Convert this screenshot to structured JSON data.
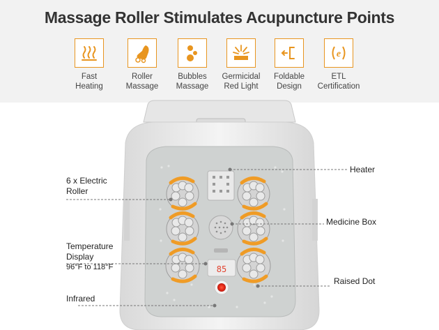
{
  "title": "Massage Roller Stimulates Acupuncture Points",
  "features": [
    {
      "icon": "heat-waves-icon",
      "line1": "Fast",
      "line2": "Heating"
    },
    {
      "icon": "foot-roller-icon",
      "line1": "Roller",
      "line2": "Massage"
    },
    {
      "icon": "bubbles-icon",
      "line1": "Bubbles",
      "line2": "Massage"
    },
    {
      "icon": "red-light-icon",
      "line1": "Germicidal",
      "line2": "Red Light"
    },
    {
      "icon": "foldable-icon",
      "line1": "Foldable",
      "line2": "Design"
    },
    {
      "icon": "etl-logo-icon",
      "line1": "ETL",
      "line2": "Certification"
    }
  ],
  "callouts": {
    "rollers_line1": "6 x Electric",
    "rollers_line2": "Roller",
    "temp_line1": "Temperature",
    "temp_line2": "Display",
    "temp_range": "96°F to 118°F",
    "infrared": "Infrared",
    "heater": "Heater",
    "medicine_box": "Medicine Box",
    "raised_dot": "Raised Dot"
  },
  "display_reading": "85",
  "colors": {
    "accent": "#e8951f",
    "header_bg": "#f2f2f2",
    "tub": "#ebebeb",
    "basin": "#c9cccb"
  }
}
